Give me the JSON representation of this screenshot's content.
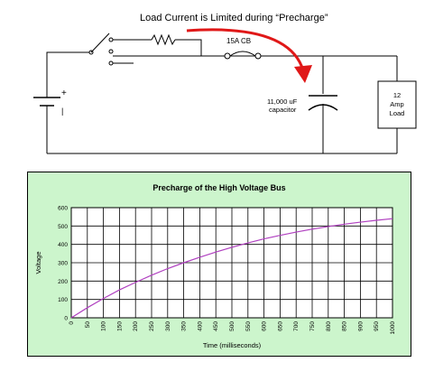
{
  "circuit": {
    "headline": "Load Current is Limited during “Precharge”",
    "breaker_label": "15A CB",
    "capacitor_label_1": "11,000 uF",
    "capacitor_label_2": "capacitor",
    "load_label_1": "12",
    "load_label_2": "Amp",
    "load_label_3": "Load",
    "battery_plus": "+",
    "battery_minus": "|",
    "arrow_color": "#e01818"
  },
  "chart_data": {
    "type": "line",
    "title": "Precharge of the High Voltage Bus",
    "xlabel": "Time (milliseconds)",
    "ylabel": "Voltage",
    "x_ticks": [
      "0",
      "50",
      "100",
      "150",
      "200",
      "250",
      "300",
      "350",
      "400",
      "450",
      "500",
      "550",
      "600",
      "650",
      "700",
      "750",
      "800",
      "850",
      "900",
      "950",
      "1000"
    ],
    "y_ticks": [
      "0",
      "100",
      "200",
      "300",
      "400",
      "500",
      "600"
    ],
    "xlim": [
      0,
      1000
    ],
    "ylim": [
      0,
      600
    ],
    "grid": true,
    "series": [
      {
        "color": "#b040c0",
        "x": [
          0,
          50,
          100,
          150,
          200,
          250,
          300,
          350,
          400,
          450,
          500,
          550,
          600,
          650,
          700,
          750,
          800,
          850,
          900,
          950,
          1000
        ],
        "values": [
          0,
          55,
          105,
          152,
          193,
          232,
          268,
          300,
          330,
          358,
          384,
          408,
          430,
          449,
          467,
          483,
          497,
          510,
          521,
          531,
          540
        ]
      }
    ],
    "background": "#ccf5cc"
  }
}
